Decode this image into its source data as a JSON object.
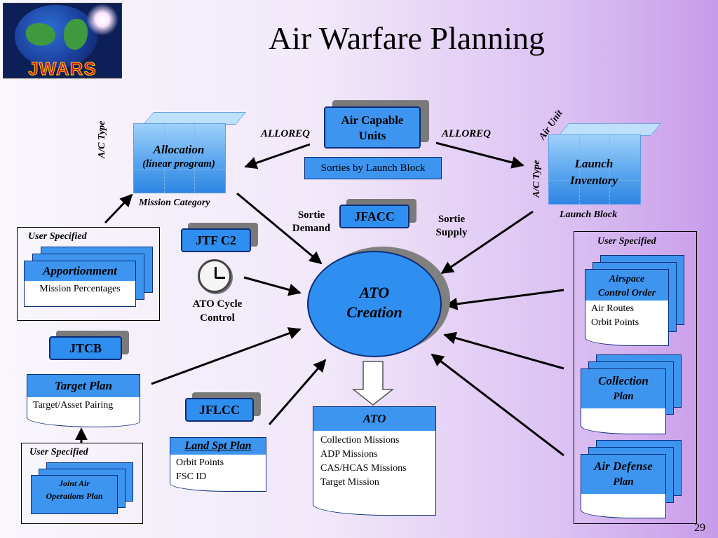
{
  "title": "Air Warfare Planning",
  "page_number": "29",
  "logo": {
    "text": "JWARS",
    "icon": "globe-logo-icon"
  },
  "allocation_cube": {
    "label_line1": "Allocation",
    "label_line2": "(linear program)",
    "y_axis": "A/C Type",
    "x_axis": "Mission Category"
  },
  "launch_cube": {
    "label_line1": "Launch",
    "label_line2": "Inventory",
    "y_axis": "A/C Type",
    "top_axis": "Air Unit",
    "x_axis": "Launch Block"
  },
  "air_capable_units": {
    "line1": "Air Capable",
    "line2": "Units"
  },
  "sorties_by_launch_block": "Sorties by Launch Block",
  "alloreq_left": "ALLOREQ",
  "alloreq_right": "ALLOREQ",
  "jfacc": "JFACC",
  "sortie_demand": {
    "line1": "Sortie",
    "line2": "Demand"
  },
  "sortie_supply": {
    "line1": "Sortie",
    "line2": "Supply"
  },
  "jtf_c2": "JTF C2",
  "ato_cycle_control": {
    "line1": "ATO Cycle",
    "line2": "Control",
    "icon": "clock-icon"
  },
  "ato_creation": {
    "line1": "ATO",
    "line2": "Creation"
  },
  "jtcb": "JTCB",
  "jflcc": "JFLCC",
  "left_group_top": {
    "title": "User Specified",
    "doc_title": "Apportionment",
    "doc_body": "Mission Percentages"
  },
  "target_plan": {
    "title": "Target Plan",
    "body": "Target/Asset Pairing"
  },
  "left_group_bottom": {
    "title": "User Specified",
    "doc_line1": "Joint Air",
    "doc_line2": "Operations Plan"
  },
  "land_spt_plan": {
    "title": "Land Spt Plan",
    "items": [
      "Orbit Points",
      "FSC ID"
    ]
  },
  "ato_output": {
    "title": "ATO",
    "items": [
      "Collection Missions",
      "ADP Missions",
      "CAS/HCAS Missions",
      "Target Mission"
    ]
  },
  "right_group": {
    "title": "User Specified",
    "airspace": {
      "line1": "Airspace",
      "line2": "Control Order",
      "items": [
        "Air Routes",
        "Orbit Points"
      ]
    },
    "collection": {
      "line1": "Collection",
      "line2": "Plan"
    },
    "air_defense": {
      "line1": "Air Defense",
      "line2": "Plan"
    }
  }
}
